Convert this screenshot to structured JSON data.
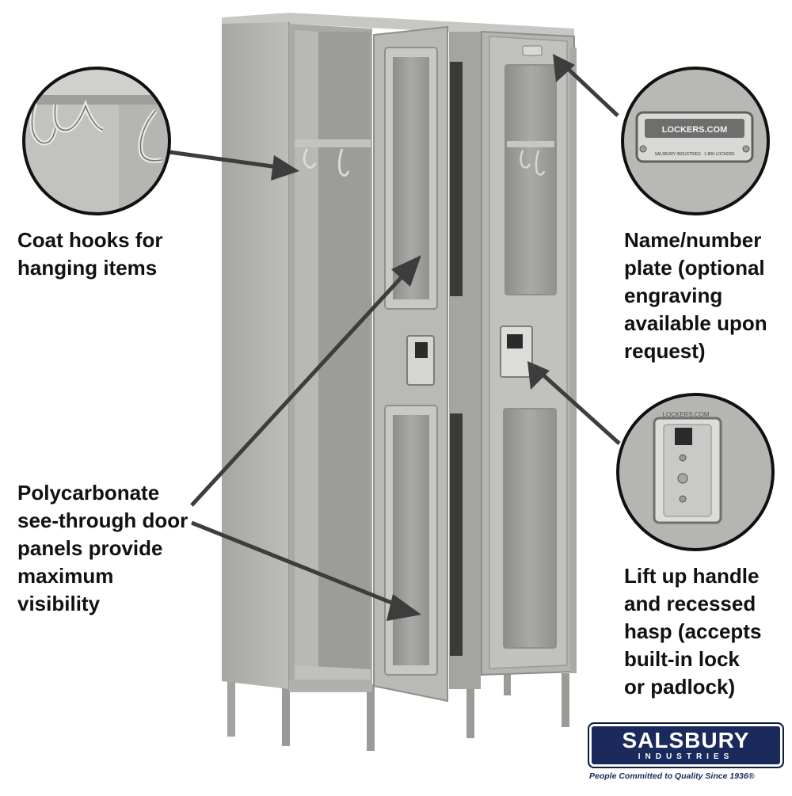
{
  "callouts": {
    "coat_hooks": "Coat hooks for\nhanging items",
    "polycarbonate": "Polycarbonate\nsee-through door\npanels provide\nmaximum\nvisibility",
    "name_plate": "Name/number\nplate (optional\nengraving\navailable upon\nrequest)",
    "handle": "Lift up handle\nand recessed\nhasp (accepts\nbuilt-in lock\nor padlock)"
  },
  "plate_zoom": {
    "brand": "LOCKERS.COM",
    "maker": "SALSBURY INDUSTRIES · 1-800-LOCKERS"
  },
  "handle_zoom": {
    "brand": "LOCKERS.COM"
  },
  "logo": {
    "name": "SALSBURY",
    "sub": "INDUSTRIES",
    "tagline": "People Committed to Quality Since 1936®"
  },
  "colors": {
    "locker_gray": "#b4b5b1",
    "locker_shadow": "#8e8f8b",
    "brand_navy": "#1a2a5c",
    "arrow": "#3d3d3d"
  }
}
